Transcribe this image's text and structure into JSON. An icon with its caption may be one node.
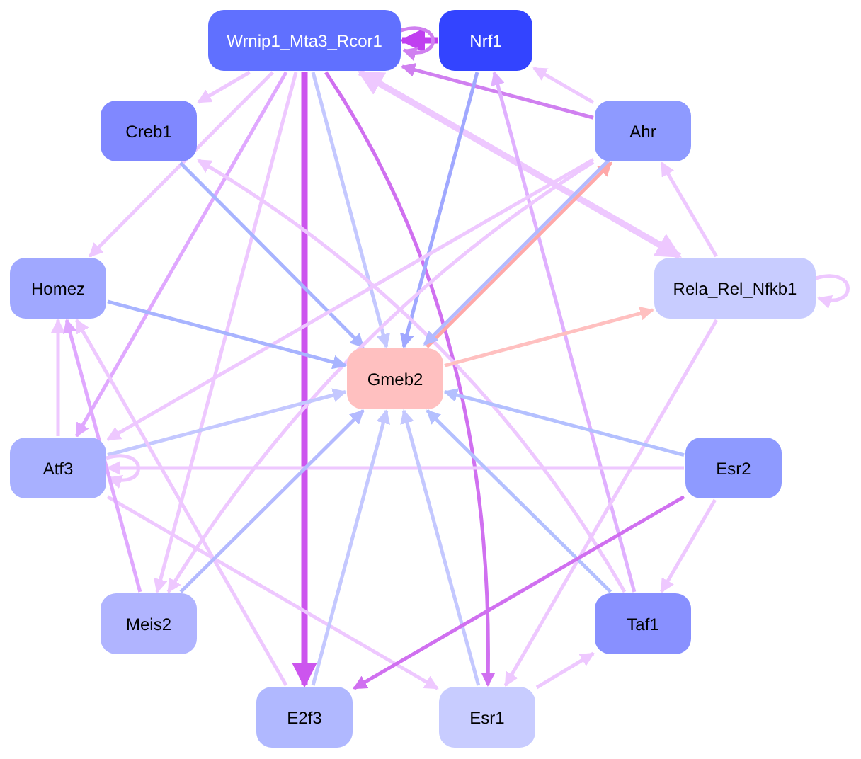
{
  "diagram": {
    "nodes": [
      {
        "text": [
          "Wrnip1_Mta3_Rcor1"
        ]
      },
      {
        "text": [
          "Nrf1"
        ]
      },
      {
        "text": [
          "Creb1"
        ]
      },
      {
        "text": [
          "Ahr"
        ]
      },
      {
        "text": [
          "Homez"
        ]
      },
      {
        "text": [
          "Rela_Rel_Nfkb1"
        ]
      },
      {
        "text": [
          "Gmeb2"
        ]
      },
      {
        "text": [
          "Atf3"
        ]
      },
      {
        "text": [
          "Esr2"
        ]
      },
      {
        "text": [
          "Meis2"
        ]
      },
      {
        "text": [
          "Taf1"
        ]
      },
      {
        "text": [
          "E2f3"
        ]
      },
      {
        "text": [
          "Esr1"
        ]
      }
    ],
    "edges": [
      {
        "from": 1,
        "to": 0,
        "arrow": "to",
        "style": "thick",
        "color": "#c040f0"
      },
      {
        "from": 0,
        "to": 0,
        "arrow": "to",
        "color": "#d080f0"
      },
      {
        "from": 0,
        "to": 2,
        "arrow": "to"
      },
      {
        "from": 0,
        "to": 4,
        "arrow": "to"
      },
      {
        "from": 0,
        "to": 7,
        "arrow": "to",
        "color": "#e0a8ff"
      },
      {
        "from": 0,
        "to": 9,
        "arrow": "to"
      },
      {
        "from": 0,
        "to": 11,
        "arrow": "to",
        "style": "thick",
        "color": "#cc55ee"
      },
      {
        "from": 0,
        "to": 6,
        "arrow": "to",
        "color": "#c4c8ff"
      },
      {
        "from": 0,
        "to": 12,
        "arrow": "to",
        "color": "#d070f0"
      },
      {
        "from": 5,
        "to": 0,
        "arrow": "both",
        "style": "thick"
      },
      {
        "from": 3,
        "to": 0,
        "arrow": "to",
        "color": "#d080f0"
      },
      {
        "from": 3,
        "to": 1,
        "arrow": "to"
      },
      {
        "from": 1,
        "to": 6,
        "arrow": "to",
        "color": "#a0a8ff"
      },
      {
        "from": 10,
        "to": 1,
        "arrow": "to",
        "color": "#e0b0ff"
      },
      {
        "from": 2,
        "to": 6,
        "arrow": "to",
        "color": "#a8b4ff"
      },
      {
        "from": 10,
        "to": 2,
        "arrow": "to"
      },
      {
        "from": 3,
        "to": 7,
        "arrow": "to"
      },
      {
        "from": 3,
        "to": 9,
        "arrow": "to"
      },
      {
        "from": 6,
        "to": 3,
        "arrow": "to",
        "color": "#ffa8a8"
      },
      {
        "from": 3,
        "to": 6,
        "arrow": "to",
        "color": "#b4baff"
      },
      {
        "from": 5,
        "to": 3,
        "arrow": "to"
      },
      {
        "from": 4,
        "to": 6,
        "arrow": "to",
        "color": "#a8b4ff"
      },
      {
        "from": 6,
        "to": 5,
        "arrow": "to",
        "color": "#ffc0c0"
      },
      {
        "from": 5,
        "to": 5,
        "arrow": "to"
      },
      {
        "from": 5,
        "to": 12,
        "arrow": "to"
      },
      {
        "from": 7,
        "to": 4,
        "arrow": "to"
      },
      {
        "from": 7,
        "to": 6,
        "arrow": "to",
        "color": "#c4c8ff"
      },
      {
        "from": 7,
        "to": 7,
        "arrow": "to"
      },
      {
        "from": 8,
        "to": 7,
        "arrow": "to"
      },
      {
        "from": 7,
        "to": 12,
        "arrow": "to"
      },
      {
        "from": 9,
        "to": 4,
        "arrow": "to",
        "color": "#e0a8ff"
      },
      {
        "from": 11,
        "to": 4,
        "arrow": "to"
      },
      {
        "from": 9,
        "to": 6,
        "arrow": "to",
        "color": "#b4baff"
      },
      {
        "from": 11,
        "to": 6,
        "arrow": "to",
        "color": "#c4c8ff"
      },
      {
        "from": 12,
        "to": 6,
        "arrow": "to",
        "color": "#c4c8ff"
      },
      {
        "from": 10,
        "to": 6,
        "arrow": "to",
        "color": "#b4c0ff"
      },
      {
        "from": 8,
        "to": 6,
        "arrow": "to",
        "color": "#b4c0ff"
      },
      {
        "from": 8,
        "to": 11,
        "arrow": "to",
        "color": "#d070f0"
      },
      {
        "from": 8,
        "to": 10,
        "arrow": "to"
      },
      {
        "from": 12,
        "to": 10,
        "arrow": "to"
      }
    ]
  }
}
